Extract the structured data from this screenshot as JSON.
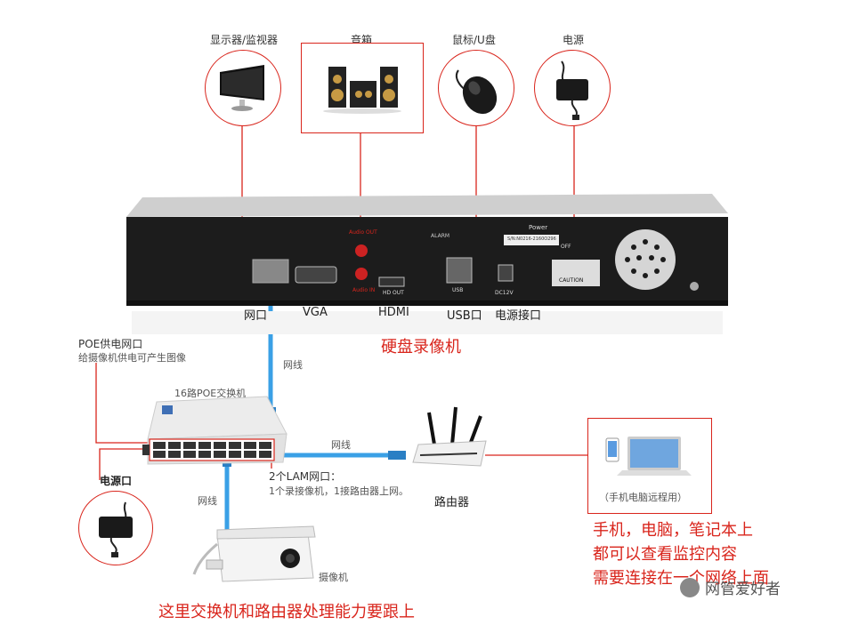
{
  "devices": {
    "monitor_label": "显示器/监视器",
    "speaker_label": "音箱",
    "mouse_label": "鼠标/U盘",
    "power_label": "电源"
  },
  "nvr": {
    "title": "硬盘录像机",
    "ports": {
      "network": "网口",
      "vga": "VGA",
      "hdmi": "HDMI",
      "usb": "USB口",
      "power": "电源接口"
    },
    "small_text": {
      "audio_out": "Audio OUT",
      "audio_in": "Audio IN",
      "hd_out": "HD OUT",
      "power_top": "Power",
      "alarm": "ALARM",
      "usb": "USB",
      "off": "OFF",
      "caution": "CAUTION",
      "serial": "S/N:N0216-2160O296",
      "dc12v": "DC12V"
    }
  },
  "switch": {
    "poe_title": "POE供电网口",
    "poe_desc": "给摄像机供电可产生图像",
    "name": "16路POE交换机",
    "power_port": "电源口",
    "lan_title": "2个LAM网口：",
    "lan_desc": "1个录接像机，1接路由器上网。"
  },
  "cables": {
    "c1": "网线",
    "c2": "网线",
    "c3": "网线"
  },
  "router_label": "路由器",
  "camera_label": "摄像机",
  "remote": {
    "caption": "（手机电脑远程用）",
    "line1": "手机，电脑，笔记本上",
    "line2": "都可以查看监控内容",
    "line3": "需要连接在一个网络上面"
  },
  "bottom_note": "这里交换机和路由器处理能力要跟上",
  "watermark": "网管爱好者",
  "colors": {
    "accent_red": "#d9251c",
    "cable_blue": "#3aa0e6",
    "device_dark": "#1c1c1c"
  }
}
